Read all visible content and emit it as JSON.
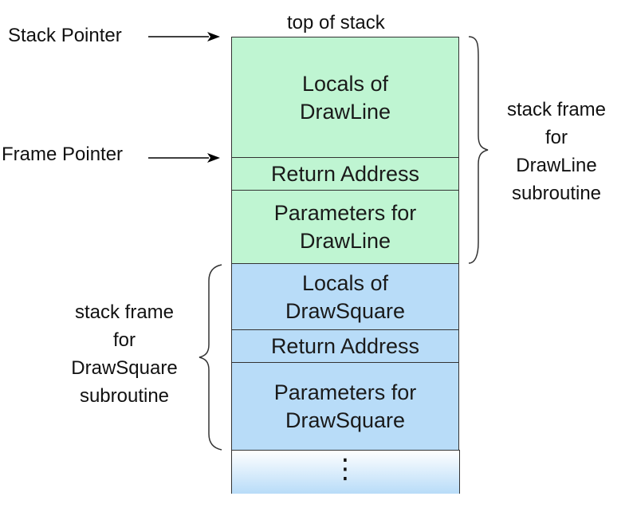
{
  "labels": {
    "top_of_stack": "top of stack",
    "stack_pointer": "Stack Pointer",
    "frame_pointer": "Frame Pointer"
  },
  "blocks": {
    "locals_drawline": [
      "Locals of",
      "DrawLine"
    ],
    "return_address_drawline": "Return Address",
    "params_drawline": [
      "Parameters for",
      "DrawLine"
    ],
    "locals_drawsquare": [
      "Locals of",
      "DrawSquare"
    ],
    "return_address_drawsquare": "Return Address",
    "params_drawsquare": [
      "Parameters for",
      "DrawSquare"
    ],
    "continuation": "⋮"
  },
  "frames": {
    "drawline": [
      "stack frame",
      "for",
      "DrawLine",
      "subroutine"
    ],
    "drawsquare": [
      "stack frame",
      "for",
      "DrawSquare",
      "subroutine"
    ]
  },
  "colors": {
    "drawline_frame": "#bff5d2",
    "drawsquare_frame": "#b8dcf8",
    "outline": "#333333"
  }
}
